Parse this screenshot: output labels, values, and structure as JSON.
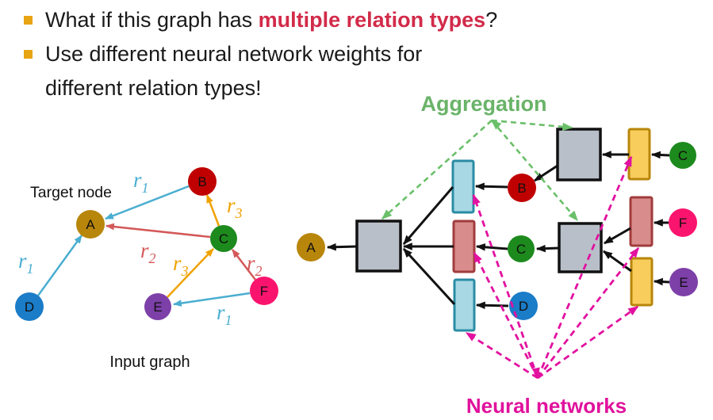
{
  "slide": {
    "bullets": [
      {
        "pre": "What if this graph has ",
        "highlight": "multiple relation types",
        "post": "?"
      },
      {
        "text": "Use different neural network weights for",
        "text_line2": "different relation types!"
      }
    ]
  },
  "theme": {
    "background": "#ffffff",
    "bullet_marker_color": "#e7a413",
    "text_color": "#1a1a1a",
    "highlight_color": "#d22b4a"
  },
  "input_graph": {
    "caption": "Input graph",
    "target_node_label": "Target node",
    "nodes": {
      "A": {
        "label": "A",
        "color": "#b8860b"
      },
      "B": {
        "label": "B",
        "color": "#c00000"
      },
      "C": {
        "label": "C",
        "color": "#1d8a1d"
      },
      "D": {
        "label": "D",
        "color": "#1b7cc8"
      },
      "E": {
        "label": "E",
        "color": "#7d3fa8"
      },
      "F": {
        "label": "F",
        "color": "#fb146e"
      }
    },
    "edges": [
      {
        "from": "B",
        "to": "A",
        "relation": "r1",
        "label_base": "r",
        "label_sub": "1",
        "color": "#4aaed0"
      },
      {
        "from": "D",
        "to": "A",
        "relation": "r1",
        "label_base": "r",
        "label_sub": "1",
        "color": "#4aaed0"
      },
      {
        "from": "C",
        "to": "A",
        "relation": "r2",
        "label_base": "r",
        "label_sub": "2",
        "color": "#d45858"
      },
      {
        "from": "C",
        "to": "B",
        "relation": "r3",
        "label_base": "r",
        "label_sub": "3",
        "color": "#f0a202"
      },
      {
        "from": "E",
        "to": "C",
        "relation": "r3",
        "label_base": "r",
        "label_sub": "3",
        "color": "#f0a202"
      },
      {
        "from": "F",
        "to": "C",
        "relation": "r2",
        "label_base": "r",
        "label_sub": "2",
        "color": "#d45858"
      },
      {
        "from": "F",
        "to": "E",
        "relation": "r1",
        "label_base": "r",
        "label_sub": "1",
        "color": "#4aaed0"
      }
    ]
  },
  "computation_graph": {
    "aggregation_label": "Aggregation",
    "aggregation_label_color": "#69b369",
    "neural_networks_label": "Neural networks",
    "neural_networks_label_color": "#e0119c",
    "nodes": {
      "A": {
        "label": "A",
        "color": "#b8860b"
      },
      "B": {
        "label": "B",
        "color": "#c00000"
      },
      "C_mid": {
        "label": "C",
        "color": "#1d8a1d"
      },
      "D": {
        "label": "D",
        "color": "#1b7cc8"
      },
      "C_right": {
        "label": "C",
        "color": "#1d8a1d"
      },
      "F": {
        "label": "F",
        "color": "#fb146e"
      },
      "E": {
        "label": "E",
        "color": "#7d3fa8"
      }
    },
    "boxes": {
      "aggregation_fill": "#b9bfc9",
      "aggregation_stroke": "#111111"
    },
    "nn_rects": {
      "r1": {
        "fill": "#a8d8e4",
        "stroke": "#2a8ca4"
      },
      "r2": {
        "fill": "#d98c8c",
        "stroke": "#a13c3c"
      },
      "r3": {
        "fill": "#f8cd5c",
        "stroke": "#b8860b"
      }
    },
    "arrow_colors": {
      "message": "#111111",
      "aggregation": "#6abf69",
      "neural_network": "#e211a0"
    }
  }
}
